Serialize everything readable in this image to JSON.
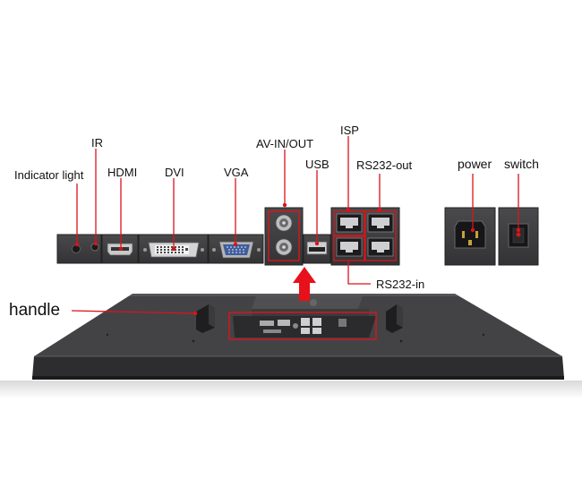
{
  "labels": {
    "ir": "IR",
    "indicator_light": "Indicator light",
    "hdmi": "HDMI",
    "dvi": "DVI",
    "vga": "VGA",
    "av_in_out": "AV-IN/OUT",
    "usb": "USB",
    "isp": "ISP",
    "rs232_out": "RS232-out",
    "rs232_in": "RS232-in",
    "power": "power",
    "switch": "switch",
    "handle": "handle"
  },
  "colors": {
    "callout": "#d9141b",
    "panel": "#3d3d3f",
    "panel_dark": "#2a2a2c",
    "bezel": "#1e1e20",
    "monitor_back": "#3a3a3c",
    "monitor_top": "#4a4a4d",
    "monitor_edge": "#5b5b5e",
    "port_metal": "#b9b9bb",
    "vga_blue": "#3f5e9e",
    "arrow": "#e8101a"
  },
  "icons": [
    "indicator-led-icon",
    "ir-receiver-icon",
    "hdmi-port-icon",
    "dvi-port-icon",
    "vga-port-icon",
    "bnc-connector-icon",
    "usb-port-icon",
    "rj45-port-icon",
    "iec-power-inlet-icon",
    "rocker-switch-icon",
    "up-arrow-icon",
    "handle-icon"
  ]
}
